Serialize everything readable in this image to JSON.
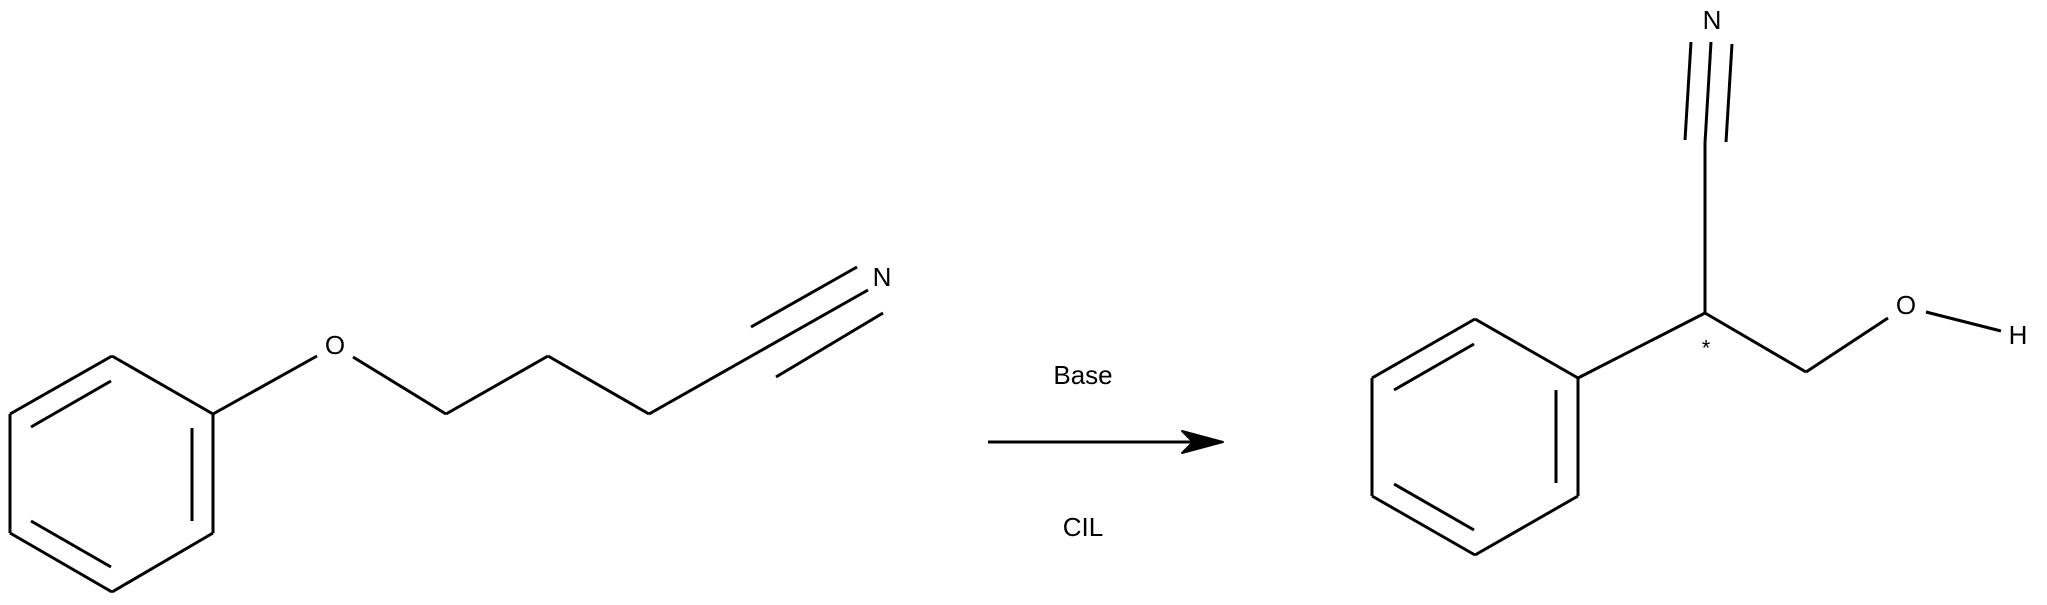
{
  "reaction": {
    "reagent_above": "Base",
    "reagent_below": "CIL",
    "colors": {
      "ink": "#000000",
      "background": "#ffffff"
    }
  },
  "reactant": {
    "atoms": {
      "oxygen": "O",
      "nitrogen": "N"
    }
  },
  "product": {
    "atoms": {
      "nitrogen": "N",
      "oxygen": "O",
      "hydrogen": "H"
    },
    "stereocenter_mark": "*"
  }
}
